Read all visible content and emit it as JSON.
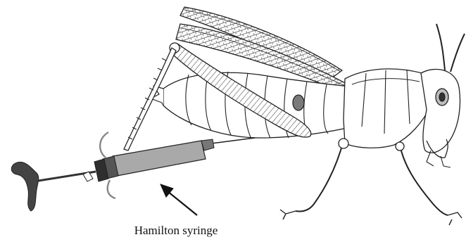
{
  "figure": {
    "annotation_label": "Hamilton syringe",
    "subjects": [
      "grasshopper",
      "hamilton-syringe"
    ],
    "colors": {
      "line": "#222222",
      "barrel": "#a9a9a9",
      "barrel_band": "#555555",
      "barrel_dark": "#2e2e2e",
      "background": "#ffffff"
    }
  }
}
